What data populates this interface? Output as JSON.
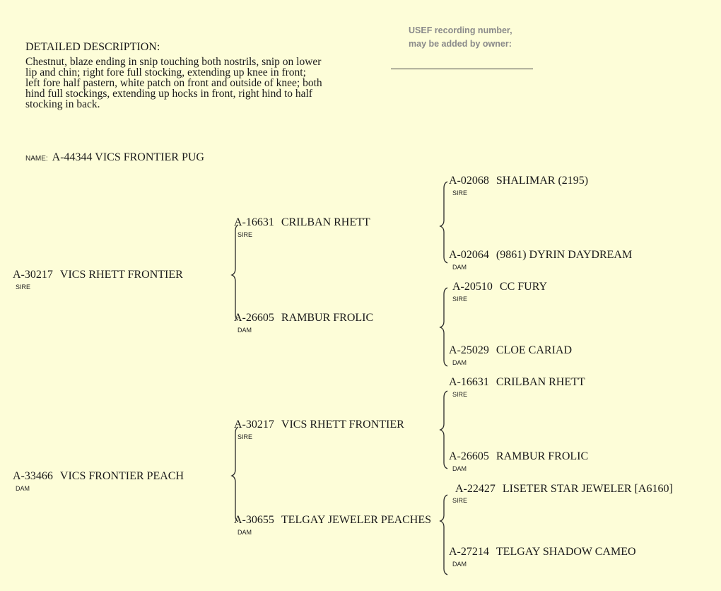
{
  "description": {
    "heading": "DETAILED DESCRIPTION:",
    "lines": [
      "Chestnut, blaze ending in snip touching both nostrils, snip on lower",
      "lip and chin; right fore full stocking, extending up knee in front;",
      "left fore half pastern, white patch on front and outside of knee; both",
      "hind full stockings, extending up hocks in front, right hind to half",
      "stocking in back."
    ]
  },
  "usef": {
    "line1": "USEF recording number,",
    "line2": "may be added by owner:"
  },
  "horse": {
    "label": "NAME:",
    "name": "A-44344 VICS FRONTIER PUG"
  },
  "pedigree": {
    "gen1": [
      {
        "num": "A-30217",
        "name": "VICS RHETT FRONTIER",
        "role": "SIRE"
      },
      {
        "num": "A-33466",
        "name": "VICS FRONTIER PEACH",
        "role": "DAM"
      }
    ],
    "gen2": [
      {
        "num": "A-16631",
        "name": "CRILBAN RHETT",
        "role": "SIRE"
      },
      {
        "num": "A-26605",
        "name": "RAMBUR FROLIC",
        "role": "DAM"
      },
      {
        "num": "A-30217",
        "name": "VICS RHETT FRONTIER",
        "role": "SIRE"
      },
      {
        "num": "A-30655",
        "name": "TELGAY JEWELER PEACHES",
        "role": "DAM"
      }
    ],
    "gen3": [
      {
        "num": "A-02068",
        "name": "SHALIMAR (2195)",
        "role": "SIRE"
      },
      {
        "num": "A-02064",
        "name": "(9861) DYRIN DAYDREAM",
        "role": "DAM"
      },
      {
        "num": "A-20510",
        "name": "CC FURY",
        "role": "SIRE"
      },
      {
        "num": "A-25029",
        "name": "CLOE CARIAD",
        "role": "DAM"
      },
      {
        "num": "A-16631",
        "name": "CRILBAN RHETT",
        "role": "SIRE"
      },
      {
        "num": "A-26605",
        "name": "RAMBUR FROLIC",
        "role": "DAM"
      },
      {
        "num": "A-22427",
        "name": "LISETER STAR JEWELER [A6160]",
        "role": "SIRE"
      },
      {
        "num": "A-27214",
        "name": "TELGAY SHADOW CAMEO",
        "role": "DAM"
      }
    ]
  }
}
